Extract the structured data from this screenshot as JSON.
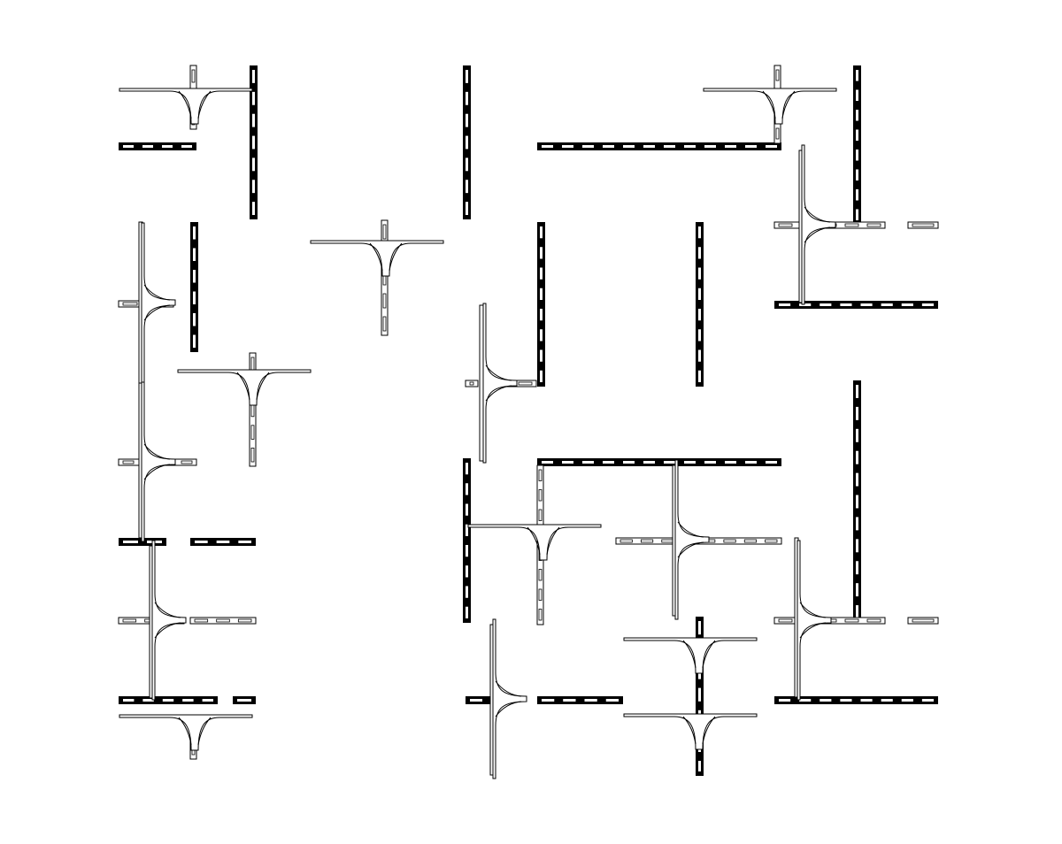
{
  "diagram": {
    "description_visible_text": "",
    "colors": {
      "ink": "#000000",
      "background": "#ffffff"
    },
    "element_types": [
      "solid-beam",
      "outlined-beam",
      "branching-node"
    ]
  }
}
